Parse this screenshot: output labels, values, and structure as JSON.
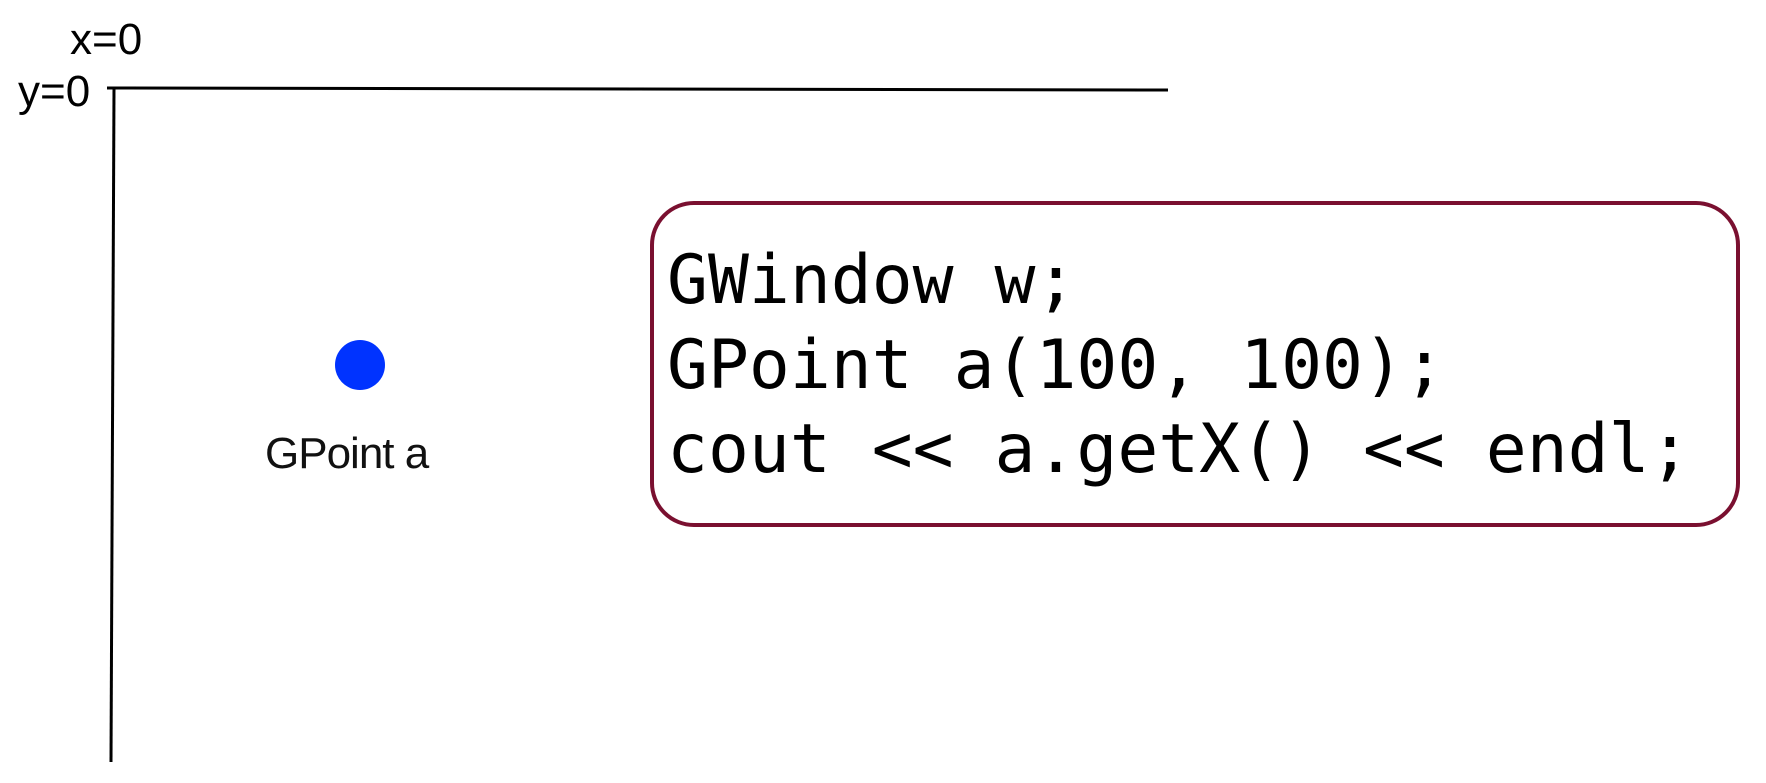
{
  "labels": {
    "x_origin": "x=0",
    "y_origin": "y=0",
    "point": "GPoint a"
  },
  "code": {
    "lines": [
      "GWindow w;",
      "GPoint a(100, 100);",
      "cout << a.getX() << endl;"
    ]
  },
  "colors": {
    "axis": "#000000",
    "point": "#0033ff",
    "code_border": "#7a1030",
    "text": "#000000"
  },
  "icons": {
    "point": "point-marker"
  }
}
